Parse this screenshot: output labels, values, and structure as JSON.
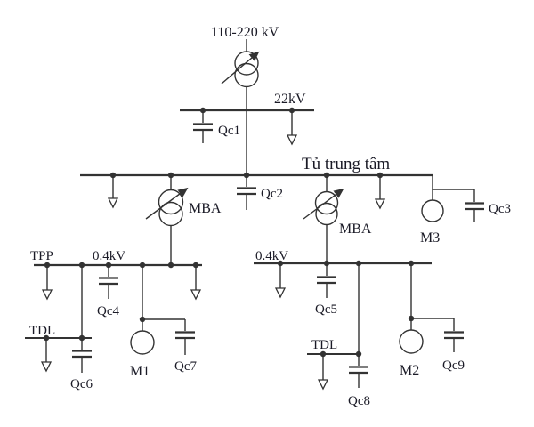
{
  "diagram": {
    "type": "electrical-one-line-diagram",
    "labels": {
      "hv_level": "110-220 kV",
      "mv_level": "22kV",
      "central_bus": "Tủ trung tâm",
      "mba_left": "MBA",
      "mba_right": "MBA",
      "lv_left": "0.4kV",
      "lv_right": "0.4kV",
      "tpp": "TPP",
      "tdl_left": "TDL",
      "tdl_right": "TDL",
      "qc1": "Qc1",
      "qc2": "Qc2",
      "qc3": "Qc3",
      "qc4": "Qc4",
      "qc5": "Qc5",
      "qc6": "Qc6",
      "qc7": "Qc7",
      "qc8": "Qc8",
      "qc9": "Qc9",
      "m1": "M1",
      "m2": "M2",
      "m3": "M3"
    },
    "colors": {
      "line": "#333333",
      "text": "#1a1a26",
      "background": "#ffffff"
    }
  }
}
